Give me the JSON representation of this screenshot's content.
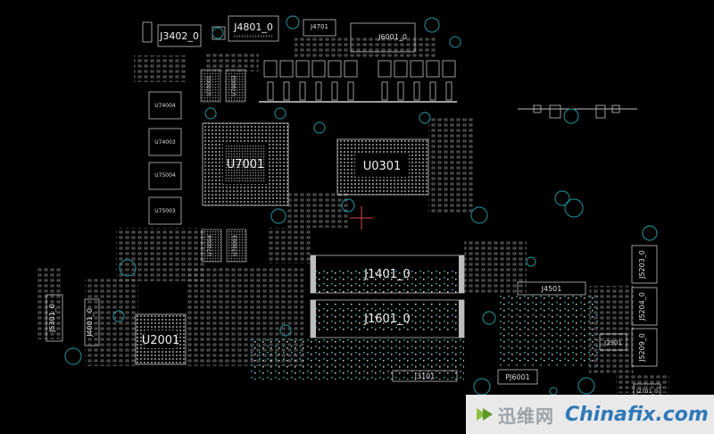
{
  "labels": {
    "u7001": "U7001",
    "u0301": "U0301",
    "u2001": "U2001",
    "j1401": "J1401_0",
    "j1601": "J1601_0",
    "j3402": "J3402_0",
    "j4801": "J4801_0",
    "j4701": "J4701",
    "j6001": "J6001_0",
    "j4501": "J4501",
    "j3101": "J3101",
    "pj6001": "PJ6001",
    "j5203": "J5203_0",
    "j5204": "J5204_0",
    "j5209": "J5209_0",
    "j5301": "J5301_0",
    "j4001": "J4001_0",
    "j3901": "J3901",
    "j2701": "J2701_0",
    "u74004": "U74004",
    "u74003": "U74003",
    "u75004": "U75004",
    "u75003": "U75003",
    "u70001": "U70001",
    "u70002": "U70002",
    "u70004": "U70004",
    "u70003": "U70003"
  },
  "watermark": {
    "cn": "迅维网",
    "en": "Chinafix.com"
  },
  "colors": {
    "background": "#000000",
    "silkscreen": "#f0f0f0",
    "mounting_hole": "#1d7f86",
    "crosshair": "#d94a4a",
    "watermark_blue": "#2f79b8"
  }
}
